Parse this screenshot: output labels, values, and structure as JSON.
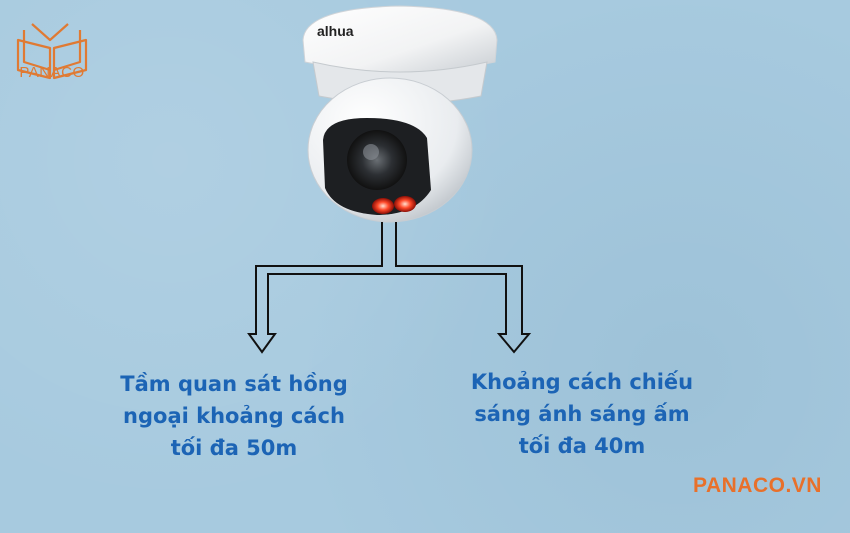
{
  "brand": {
    "logo_text": "PANACO",
    "camera_brand": "alhua",
    "website": "PANACO.VN",
    "accent_color": "#e8702a",
    "text_color": "#1c64b5",
    "background_color": "#a7cadf"
  },
  "captions": {
    "left_line1": "Tầm quan sát hồng",
    "left_line2": "ngoại khoảng cách",
    "left_line3": "tối đa 50m",
    "right_line1": "Khoảng cách chiếu",
    "right_line2": "sáng ánh sáng ấm",
    "right_line3": "tối đa 40m"
  },
  "icons": {
    "logo": "book-logo-icon",
    "camera": "dome-camera-icon",
    "arrows": "branch-arrow-icon"
  }
}
